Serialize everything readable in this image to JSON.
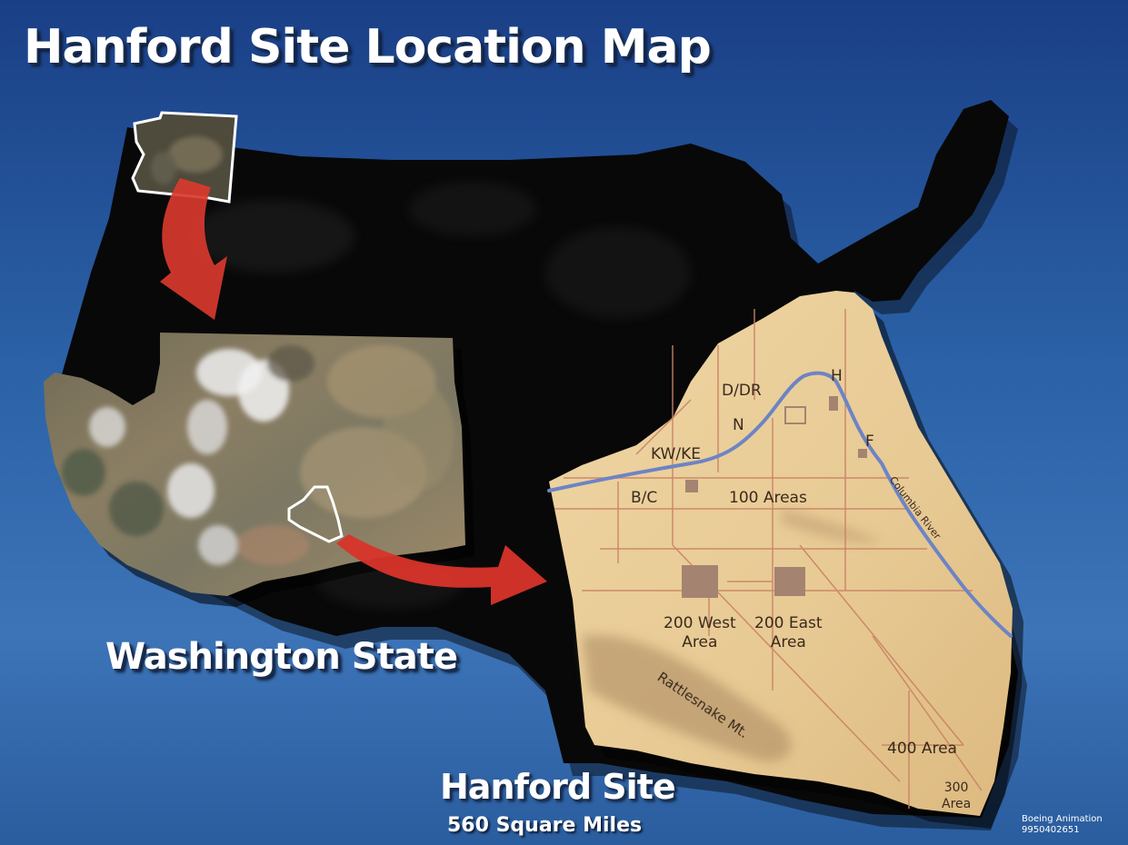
{
  "title": "Hanford Site Location Map",
  "state_label": "Washington State",
  "site_label": "Hanford Site",
  "site_area": "560 Square Miles",
  "credit": {
    "line1": "Boeing Animation",
    "line2": "9950402651"
  },
  "site_map": {
    "areas": {
      "d_dr": "D/DR",
      "h": "H",
      "n": "N",
      "f": "F",
      "kw_ke": "KW/KE",
      "b_c": "B/C",
      "areas_100": "100 Areas",
      "west_200_line1": "200 West",
      "west_200_line2": "Area",
      "east_200_line1": "200 East",
      "east_200_line2": "Area",
      "area_400": "400 Area",
      "area_300_line1": "300",
      "area_300_line2": "Area"
    },
    "features": {
      "river": "Columbia River",
      "mountain": "Rattlesnake Mt."
    }
  },
  "colors": {
    "ocean_top": "#123a7a",
    "ocean_bottom": "#3c6fb3",
    "land": "#0a0a0a",
    "site_fill": "#e8cc98",
    "river": "#6d84c4",
    "arrow": "#d8342a",
    "roads": "#c47a52"
  }
}
